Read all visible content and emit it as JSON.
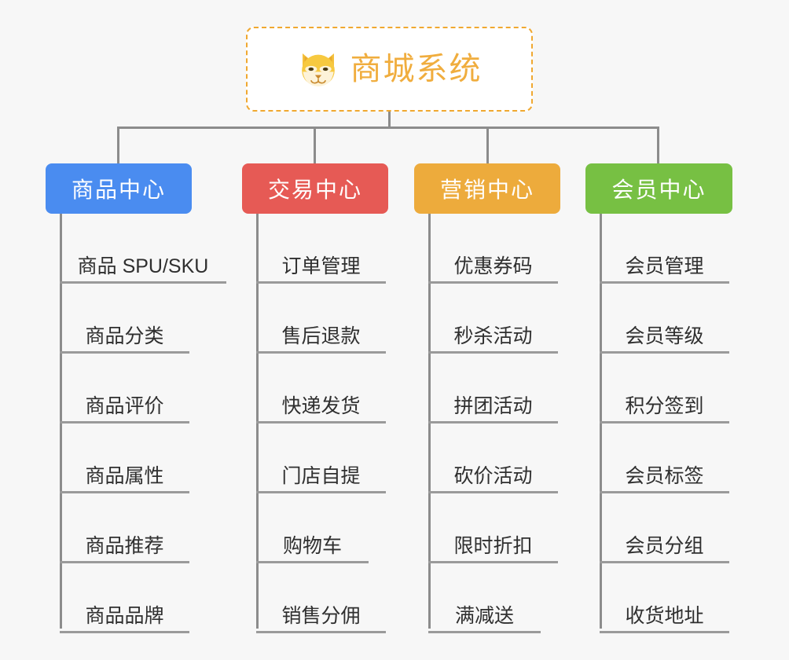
{
  "canvas": {
    "background": "#f7f7f7",
    "connector_color": "#8c8c8c",
    "leaf_text_color": "#2f2f2f",
    "leaf_rule_color": "#9a9a9a"
  },
  "root": {
    "title": "商城系统",
    "icon": "shiba-dog-face-emoji",
    "text_color": "#f0ad3e",
    "border_color": "#f0a830",
    "fill_color": "#ffffff"
  },
  "branches": [
    {
      "id": "product-center",
      "label": "商品中心",
      "color": "#4a8cf0",
      "leaves": [
        "商品 SPU/SKU",
        "商品分类",
        "商品评价",
        "商品属性",
        "商品推荐",
        "商品品牌"
      ]
    },
    {
      "id": "trade-center",
      "label": "交易中心",
      "color": "#e65a55",
      "leaves": [
        "订单管理",
        "售后退款",
        "快递发货",
        "门店自提",
        "购物车",
        "销售分佣"
      ]
    },
    {
      "id": "marketing-center",
      "label": "营销中心",
      "color": "#edab3c",
      "leaves": [
        "优惠券码",
        "秒杀活动",
        "拼团活动",
        "砍价活动",
        "限时折扣",
        "满减送"
      ]
    },
    {
      "id": "member-center",
      "label": "会员中心",
      "color": "#77c043",
      "leaves": [
        "会员管理",
        "会员等级",
        "积分签到",
        "会员标签",
        "会员分组",
        "收货地址"
      ]
    }
  ]
}
